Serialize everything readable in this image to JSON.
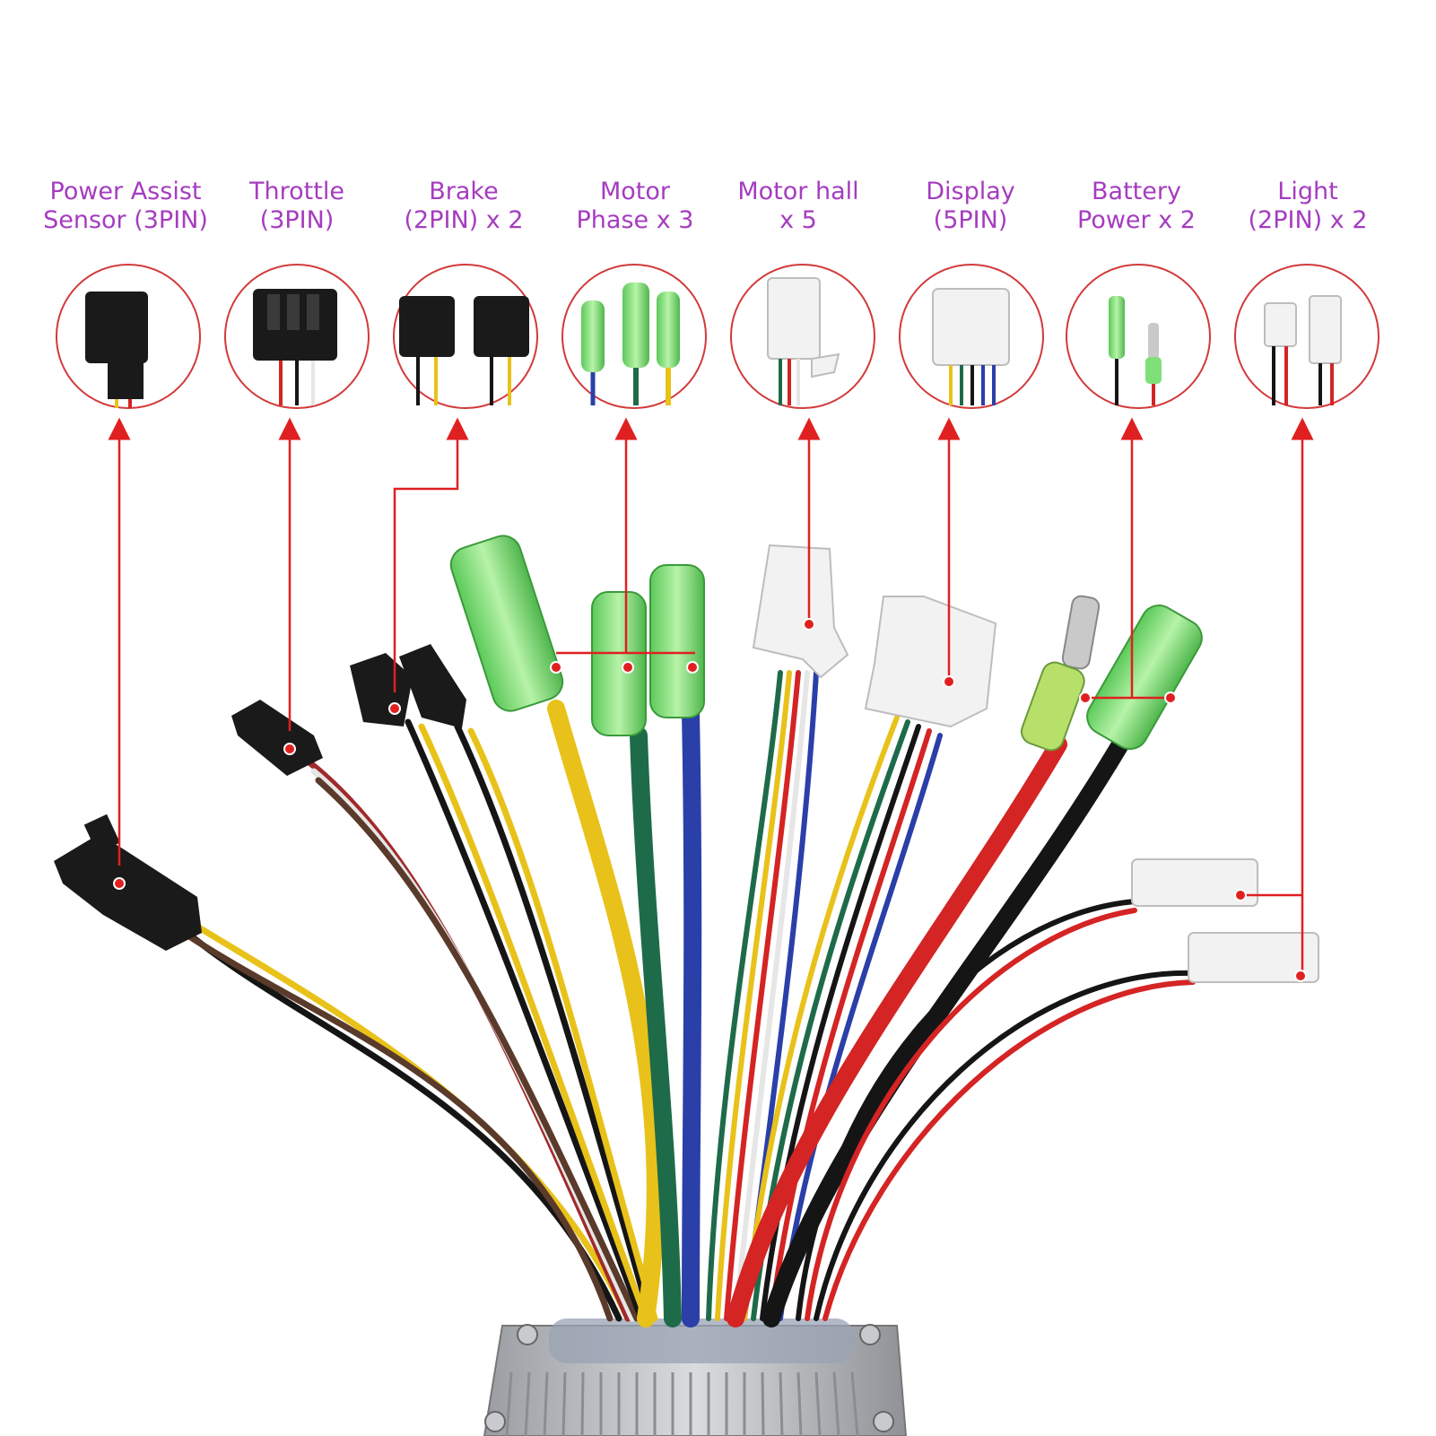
{
  "labels": [
    {
      "line1": "Power Assist",
      "line2": "Sensor (3PIN)"
    },
    {
      "line1": "Throttle",
      "line2": "(3PIN)"
    },
    {
      "line1": "Brake",
      "line2": "(2PIN) x 2"
    },
    {
      "line1": "Motor",
      "line2": "Phase x 3"
    },
    {
      "line1": "Motor hall",
      "line2": "x 5"
    },
    {
      "line1": "Display",
      "line2": "(5PIN)"
    },
    {
      "line1": "Battery",
      "line2": "Power x 2"
    },
    {
      "line1": "Light",
      "line2": "(2PIN) x 2"
    }
  ],
  "colors": {
    "label_text": "#a53cc0",
    "pointer_line": "#e02020",
    "circle_border": "#d23a3a",
    "connector_black": "#1a1a1a",
    "connector_green": "#7fe07a",
    "connector_white": "#f2f2f2",
    "wire_yellow": "#e8c21a",
    "wire_green": "#1e6b4a",
    "wire_blue": "#2a3fa8",
    "wire_red": "#d42424",
    "wire_black": "#151515",
    "wire_white": "#e6e6e6",
    "wire_brown": "#5a3a2a",
    "controller_body": "#b9bcc0"
  },
  "icons": [
    "power-assist-connector-icon",
    "throttle-connector-icon",
    "brake-connector-icon",
    "motor-phase-connector-icon",
    "motor-hall-connector-icon",
    "display-connector-icon",
    "battery-power-connector-icon",
    "light-connector-icon"
  ]
}
